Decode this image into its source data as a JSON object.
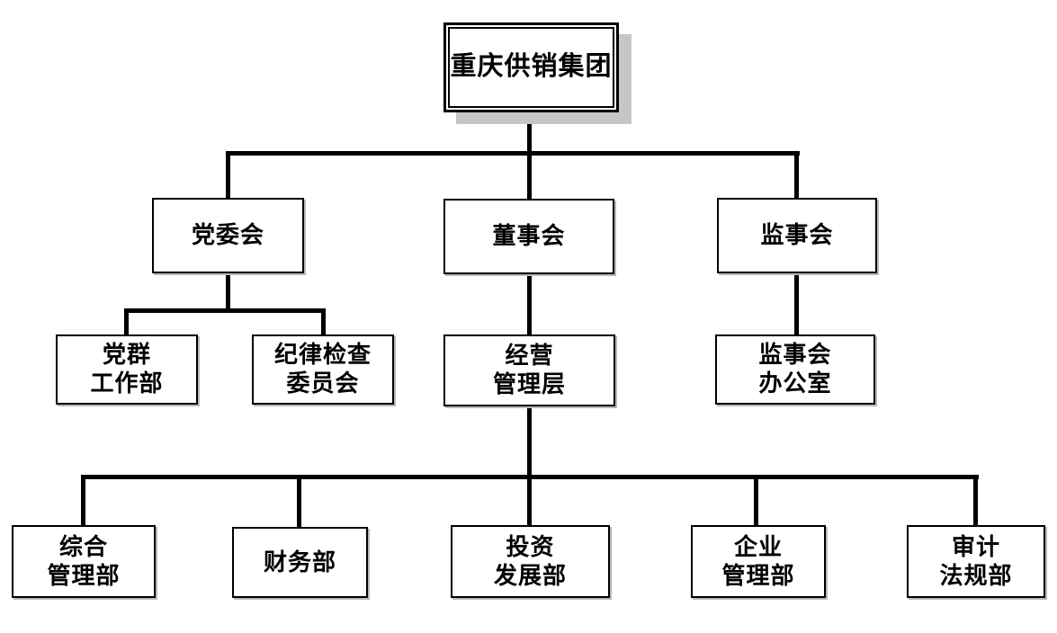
{
  "org_chart": {
    "nodes": {
      "root": "重庆供销集团",
      "party_committee": "党委会",
      "board_of_directors": "董事会",
      "supervisory_board": "监事会",
      "party_mass_work_dept": "党群\n工作部",
      "discipline_inspection_committee": "纪律检查\n委员会",
      "management_team": "经营\n管理层",
      "supervisory_board_office": "监事会\n办公室",
      "general_admin_dept": "综合\n管理部",
      "finance_dept": "财务部",
      "investment_development_dept": "投资\n发展部",
      "enterprise_management_dept": "企业\n管理部",
      "audit_legal_dept": "审计\n法规部"
    },
    "colors": {
      "line": "#000000",
      "box_border": "#000000",
      "box_background": "#ffffff",
      "root_shadow": "#c6c6c6"
    }
  }
}
